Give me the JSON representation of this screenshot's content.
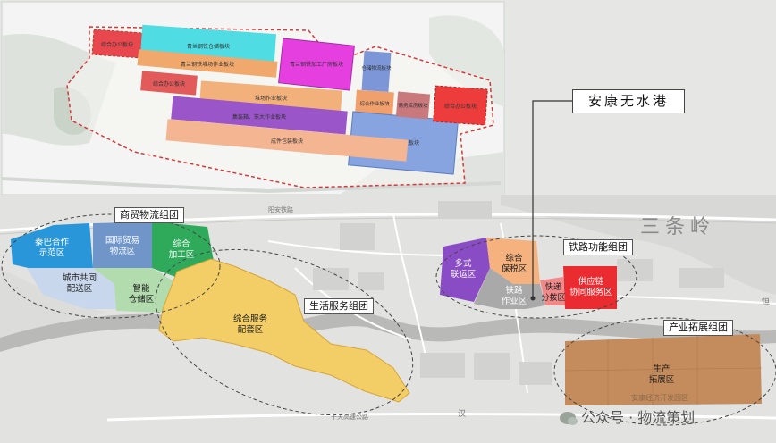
{
  "title_box": {
    "text": "安康无水港"
  },
  "inset_blocks": [
    {
      "label": "综合办公板块",
      "color": "#e8474d"
    },
    {
      "label": "青兰钢铁仓储板块",
      "color": "#4fdde3"
    },
    {
      "label": "青兰钢铁加工厂房板块",
      "color": "#e53fdf"
    },
    {
      "label": "青兰钢铁堆场作业板块",
      "color": "#f0a86c"
    },
    {
      "label": "仓储物流板块",
      "color": "#7c96d8"
    },
    {
      "label": "综合办公板块",
      "color": "#e35a5a"
    },
    {
      "label": "堆场作业板块",
      "color": "#f2b07a"
    },
    {
      "label": "综合作业板块",
      "color": "#f0a06c"
    },
    {
      "label": "集装箱、笨大作业板块",
      "color": "#9a55c8"
    },
    {
      "label": "仓储物流板块",
      "color": "#87a3e0"
    },
    {
      "label": "商务库房板块",
      "color": "#c9787c"
    },
    {
      "label": "综合办公板块",
      "color": "#ed3c3c"
    },
    {
      "label": "成件包装板块",
      "color": "#f4b592"
    }
  ],
  "zones": [
    {
      "label": "秦巴合作\n示范区",
      "color": "#2896d8"
    },
    {
      "label": "国际贸易\n物流区",
      "color": "#6f95c9"
    },
    {
      "label": "综合\n加工区",
      "color": "#2eaa5a"
    },
    {
      "label": "城市共同\n配送区",
      "color": "#c9d7ec"
    },
    {
      "label": "智能\n仓储区",
      "color": "#b3dcae"
    },
    {
      "label": "综合服务\n配套区",
      "color": "#f3ce66"
    },
    {
      "label": "多式\n联运区",
      "color": "#8a4cc4"
    },
    {
      "label": "综合\n保税区",
      "color": "#f5b27f"
    },
    {
      "label": "铁路\n作业区",
      "color": "#a9a9a9"
    },
    {
      "label": "快递\n分拨区",
      "color": "#f08a8a"
    },
    {
      "label": "供应链\n协同服务区",
      "color": "#ea2b30"
    },
    {
      "label": "生产\n拓展区",
      "color": "#c48b5c"
    }
  ],
  "group_labels": [
    {
      "text": "商贸物流组团"
    },
    {
      "text": "生活服务组团"
    },
    {
      "text": "铁路功能组团"
    },
    {
      "text": "产业拓展组团"
    }
  ],
  "map_text": {
    "place": "三条岭",
    "road1": "阳安铁路",
    "road2": "十天高速公路",
    "small_zone": "安康经济开发园区",
    "river": "汉",
    "edge_label": "恒"
  },
  "watermark": {
    "text": "公众号 · 物流策划",
    "icon": "wechat-icon"
  }
}
